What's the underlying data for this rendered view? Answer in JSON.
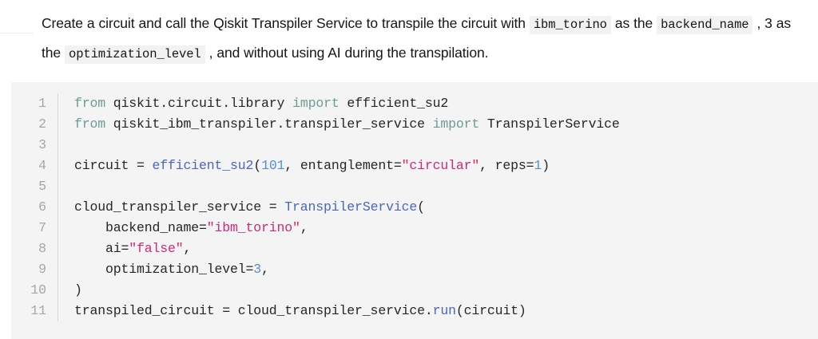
{
  "prose": {
    "segments": [
      {
        "type": "text",
        "value": "Create a circuit and call the Qiskit Transpiler Service to transpile the circuit with "
      },
      {
        "type": "code",
        "value": "ibm_torino"
      },
      {
        "type": "text",
        "value": " as the "
      },
      {
        "type": "code",
        "value": "backend_name"
      },
      {
        "type": "text",
        "value": " , 3 as the "
      },
      {
        "type": "code",
        "value": "optimization_level"
      },
      {
        "type": "text",
        "value": " , and without using AI during the transpilation."
      }
    ],
    "plain": "Create a circuit and call the Qiskit Transpiler Service to transpile the circuit with ibm_torino as the backend_name , 3 as the optimization_level , and without using AI during the transpilation.",
    "inline_code_bg": "#f2f2f2",
    "text_color": "#161616"
  },
  "code_block": {
    "language": "python",
    "background": "#f4f4f4",
    "gutter_color": "#a6a6a6",
    "divider_color": "#d8d8d8",
    "colors": {
      "keyword": "#6a9c95",
      "function": "#4b66c0",
      "class": "#4b66c0",
      "number": "#4f8fe0",
      "string": "#cf2a74",
      "plain": "#262626"
    },
    "line_numbers": [
      "1",
      "2",
      "3",
      "4",
      "5",
      "6",
      "7",
      "8",
      "9",
      "10",
      "11"
    ],
    "lines": [
      {
        "number": "1",
        "plain": "from qiskit.circuit.library import efficient_su2",
        "tokens": [
          {
            "t": "from",
            "c": "kw"
          },
          {
            "t": " qiskit.circuit.library ",
            "c": "pl"
          },
          {
            "t": "import",
            "c": "kw"
          },
          {
            "t": " efficient_su2",
            "c": "pl"
          }
        ]
      },
      {
        "number": "2",
        "plain": "from qiskit_ibm_transpiler.transpiler_service import TranspilerService",
        "tokens": [
          {
            "t": "from",
            "c": "kw"
          },
          {
            "t": " qiskit_ibm_transpiler.transpiler_service ",
            "c": "pl"
          },
          {
            "t": "import",
            "c": "kw"
          },
          {
            "t": " TranspilerService",
            "c": "pl"
          }
        ]
      },
      {
        "number": "3",
        "plain": "",
        "tokens": []
      },
      {
        "number": "4",
        "plain": "circuit = efficient_su2(101, entanglement=\"circular\", reps=1)",
        "tokens": [
          {
            "t": "circuit = ",
            "c": "pl"
          },
          {
            "t": "efficient_su2",
            "c": "fn"
          },
          {
            "t": "(",
            "c": "pl"
          },
          {
            "t": "101",
            "c": "num"
          },
          {
            "t": ", entanglement=",
            "c": "pl"
          },
          {
            "t": "\"circular\"",
            "c": "str"
          },
          {
            "t": ", reps=",
            "c": "pl"
          },
          {
            "t": "1",
            "c": "num"
          },
          {
            "t": ")",
            "c": "pl"
          }
        ]
      },
      {
        "number": "5",
        "plain": "",
        "tokens": []
      },
      {
        "number": "6",
        "plain": "cloud_transpiler_service = TranspilerService(",
        "tokens": [
          {
            "t": "cloud_transpiler_service = ",
            "c": "pl"
          },
          {
            "t": "TranspilerService",
            "c": "cls"
          },
          {
            "t": "(",
            "c": "pl"
          }
        ]
      },
      {
        "number": "7",
        "plain": "    backend_name=\"ibm_torino\",",
        "tokens": [
          {
            "t": "    backend_name=",
            "c": "pl"
          },
          {
            "t": "\"ibm_torino\"",
            "c": "str"
          },
          {
            "t": ",",
            "c": "pl"
          }
        ]
      },
      {
        "number": "8",
        "plain": "    ai=\"false\",",
        "tokens": [
          {
            "t": "    ai=",
            "c": "pl"
          },
          {
            "t": "\"false\"",
            "c": "str"
          },
          {
            "t": ",",
            "c": "pl"
          }
        ]
      },
      {
        "number": "9",
        "plain": "    optimization_level=3,",
        "tokens": [
          {
            "t": "    optimization_level=",
            "c": "pl"
          },
          {
            "t": "3",
            "c": "num"
          },
          {
            "t": ",",
            "c": "pl"
          }
        ]
      },
      {
        "number": "10",
        "plain": ")",
        "tokens": [
          {
            "t": ")",
            "c": "pl"
          }
        ]
      },
      {
        "number": "11",
        "plain": "transpiled_circuit = cloud_transpiler_service.run(circuit)",
        "tokens": [
          {
            "t": "transpiled_circuit = cloud_transpiler_service.",
            "c": "pl"
          },
          {
            "t": "run",
            "c": "fn"
          },
          {
            "t": "(circuit)",
            "c": "pl"
          }
        ]
      }
    ]
  }
}
